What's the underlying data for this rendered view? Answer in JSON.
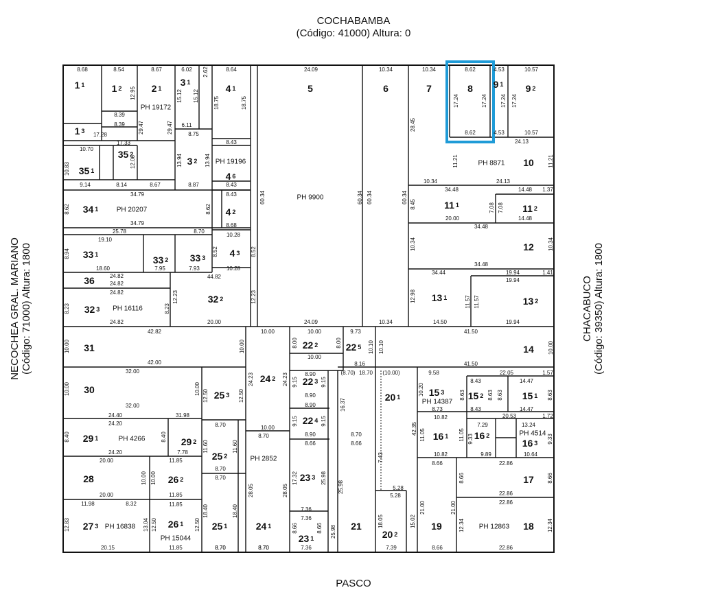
{
  "streets": {
    "top": {
      "name": "COCHABAMBA",
      "code_line": "(Código: 41000) Altura: 0"
    },
    "left": {
      "name": "NECOCHEA GRAL. MARIANO",
      "code_line": "(Código: 71000) Altura: 1800"
    },
    "right": {
      "name": "CHACABUCO",
      "code_line": "(Código: 39350) Altura: 1800"
    },
    "bottom": {
      "name": "PASCO"
    }
  },
  "colors": {
    "line": "#111111",
    "highlight": "#1f9bd7",
    "background": "#ffffff"
  },
  "highlighted_parcel": "8",
  "parcels": [
    {
      "id": "1_1",
      "main": "1",
      "sub": "1"
    },
    {
      "id": "1_2",
      "main": "1",
      "sub": "2"
    },
    {
      "id": "1_3",
      "main": "1",
      "sub": "3"
    },
    {
      "id": "2_1",
      "main": "2",
      "sub": "1"
    },
    {
      "id": "3_1",
      "main": "3",
      "sub": "1"
    },
    {
      "id": "3_2",
      "main": "3",
      "sub": "2"
    },
    {
      "id": "4_1",
      "main": "4",
      "sub": "1"
    },
    {
      "id": "4_6",
      "main": "4",
      "sub": "6"
    },
    {
      "id": "4_2",
      "main": "4",
      "sub": "2"
    },
    {
      "id": "4_3",
      "main": "4",
      "sub": "3"
    },
    {
      "id": "5",
      "main": "5",
      "sub": ""
    },
    {
      "id": "6",
      "main": "6",
      "sub": ""
    },
    {
      "id": "7",
      "main": "7",
      "sub": ""
    },
    {
      "id": "8",
      "main": "8",
      "sub": ""
    },
    {
      "id": "9_1",
      "main": "9",
      "sub": "1"
    },
    {
      "id": "9_2",
      "main": "9",
      "sub": "2"
    },
    {
      "id": "10",
      "main": "10",
      "sub": ""
    },
    {
      "id": "11_1",
      "main": "11",
      "sub": "1"
    },
    {
      "id": "11_2",
      "main": "11",
      "sub": "2"
    },
    {
      "id": "12",
      "main": "12",
      "sub": ""
    },
    {
      "id": "13_1",
      "main": "13",
      "sub": "1"
    },
    {
      "id": "13_2",
      "main": "13",
      "sub": "2"
    },
    {
      "id": "14",
      "main": "14",
      "sub": ""
    },
    {
      "id": "15_3",
      "main": "15",
      "sub": "3"
    },
    {
      "id": "15_2",
      "main": "15",
      "sub": "2"
    },
    {
      "id": "15_1",
      "main": "15",
      "sub": "1"
    },
    {
      "id": "16_1",
      "main": "16",
      "sub": "1"
    },
    {
      "id": "16_2",
      "main": "16",
      "sub": "2"
    },
    {
      "id": "16_3",
      "main": "16",
      "sub": "3"
    },
    {
      "id": "17",
      "main": "17",
      "sub": ""
    },
    {
      "id": "18",
      "main": "18",
      "sub": ""
    },
    {
      "id": "19",
      "main": "19",
      "sub": ""
    },
    {
      "id": "20_1",
      "main": "20",
      "sub": "1"
    },
    {
      "id": "20_2",
      "main": "20",
      "sub": "2"
    },
    {
      "id": "21",
      "main": "21",
      "sub": ""
    },
    {
      "id": "22_2",
      "main": "22",
      "sub": "2"
    },
    {
      "id": "22_5",
      "main": "22",
      "sub": "5"
    },
    {
      "id": "22_3",
      "main": "22",
      "sub": "3"
    },
    {
      "id": "22_4",
      "main": "22",
      "sub": "4"
    },
    {
      "id": "23_3",
      "main": "23",
      "sub": "3"
    },
    {
      "id": "23_1",
      "main": "23",
      "sub": "1"
    },
    {
      "id": "24_2",
      "main": "24",
      "sub": "2"
    },
    {
      "id": "24_1",
      "main": "24",
      "sub": "1"
    },
    {
      "id": "25_3",
      "main": "25",
      "sub": "3"
    },
    {
      "id": "25_2",
      "main": "25",
      "sub": "2"
    },
    {
      "id": "25_1",
      "main": "25",
      "sub": "1"
    },
    {
      "id": "26_2",
      "main": "26",
      "sub": "2"
    },
    {
      "id": "26_1",
      "main": "26",
      "sub": "1"
    },
    {
      "id": "27_3",
      "main": "27",
      "sub": "3"
    },
    {
      "id": "28",
      "main": "28",
      "sub": ""
    },
    {
      "id": "29_1",
      "main": "29",
      "sub": "1"
    },
    {
      "id": "29_2",
      "main": "29",
      "sub": "2"
    },
    {
      "id": "30",
      "main": "30",
      "sub": ""
    },
    {
      "id": "31",
      "main": "31",
      "sub": ""
    },
    {
      "id": "32_3",
      "main": "32",
      "sub": "3"
    },
    {
      "id": "32_2",
      "main": "32",
      "sub": "2"
    },
    {
      "id": "33_1",
      "main": "33",
      "sub": "1"
    },
    {
      "id": "33_2",
      "main": "33",
      "sub": "2"
    },
    {
      "id": "33_3",
      "main": "33",
      "sub": "3"
    },
    {
      "id": "34_1",
      "main": "34",
      "sub": "1"
    },
    {
      "id": "35_1",
      "main": "35",
      "sub": "1"
    },
    {
      "id": "35_2",
      "main": "35",
      "sub": "2"
    },
    {
      "id": "36",
      "main": "36",
      "sub": ""
    }
  ],
  "ph_labels": [
    {
      "id": "ph19172",
      "text": "PH 19172"
    },
    {
      "id": "ph19196",
      "text": "PH 19196"
    },
    {
      "id": "ph9900",
      "text": "PH 9900"
    },
    {
      "id": "ph8871",
      "text": "PH 8871"
    },
    {
      "id": "ph20207",
      "text": "PH 20207"
    },
    {
      "id": "ph16116",
      "text": "PH 16116"
    },
    {
      "id": "ph14387",
      "text": "PH 14387"
    },
    {
      "id": "ph4514",
      "text": "PH 4514"
    },
    {
      "id": "ph4266",
      "text": "PH 4266"
    },
    {
      "id": "ph2852",
      "text": "PH 2852"
    },
    {
      "id": "ph12863",
      "text": "PH 12863"
    },
    {
      "id": "ph16838",
      "text": "PH 16838"
    },
    {
      "id": "ph15044",
      "text": "PH 15044"
    }
  ],
  "dimensions": [
    {
      "id": "d1",
      "text": "8.68"
    },
    {
      "id": "d2",
      "text": "8.54"
    },
    {
      "id": "d3",
      "text": "8.67"
    },
    {
      "id": "d4",
      "text": "6.02"
    },
    {
      "id": "d5",
      "text": "2.62"
    },
    {
      "id": "d6",
      "text": "8.64"
    },
    {
      "id": "d7",
      "text": "24.09"
    },
    {
      "id": "d8",
      "text": "10.34"
    },
    {
      "id": "d9",
      "text": "10.34"
    },
    {
      "id": "d10",
      "text": "8.62"
    },
    {
      "id": "d11",
      "text": "4.53"
    },
    {
      "id": "d12",
      "text": "10.57"
    },
    {
      "id": "d13",
      "text": "8.62"
    },
    {
      "id": "d14",
      "text": "4.53"
    },
    {
      "id": "d15",
      "text": "10.57"
    },
    {
      "id": "d16",
      "text": "24.13"
    },
    {
      "id": "d17",
      "text": "17.24"
    },
    {
      "id": "d18",
      "text": "17.24"
    },
    {
      "id": "d19",
      "text": "17.24"
    },
    {
      "id": "d20",
      "text": "17.24"
    },
    {
      "id": "d21",
      "text": "28.45"
    },
    {
      "id": "d22",
      "text": "11.21"
    },
    {
      "id": "d23",
      "text": "11.21"
    },
    {
      "id": "d24",
      "text": "10.34"
    },
    {
      "id": "d25",
      "text": "24.13"
    },
    {
      "id": "d26",
      "text": "34.48"
    },
    {
      "id": "d27",
      "text": "14.48"
    },
    {
      "id": "d28",
      "text": "1.37"
    },
    {
      "id": "d29",
      "text": "8.45"
    },
    {
      "id": "d30",
      "text": "7.08"
    },
    {
      "id": "d31",
      "text": "7.08"
    },
    {
      "id": "d32",
      "text": "20.00"
    },
    {
      "id": "d33",
      "text": "14.48"
    },
    {
      "id": "d34",
      "text": "34.48"
    },
    {
      "id": "d35",
      "text": "10.34"
    },
    {
      "id": "d36",
      "text": "10.34"
    },
    {
      "id": "d37",
      "text": "34.48"
    },
    {
      "id": "d38",
      "text": "34.44"
    },
    {
      "id": "d39",
      "text": "19.94"
    },
    {
      "id": "d40",
      "text": "1.41"
    },
    {
      "id": "d41",
      "text": "19.94"
    },
    {
      "id": "d42",
      "text": "12.98"
    },
    {
      "id": "d43",
      "text": "11.57"
    },
    {
      "id": "d44",
      "text": "11.57"
    },
    {
      "id": "d45",
      "text": "14.50"
    },
    {
      "id": "d46",
      "text": "19.94"
    },
    {
      "id": "d47",
      "text": "41.50"
    },
    {
      "id": "d48",
      "text": "10.00"
    },
    {
      "id": "d49",
      "text": "41.50"
    },
    {
      "id": "d50",
      "text": "60.34"
    },
    {
      "id": "d51",
      "text": "60.34"
    },
    {
      "id": "d52",
      "text": "60.34"
    },
    {
      "id": "d53",
      "text": "60.34"
    },
    {
      "id": "d54",
      "text": "24.09"
    },
    {
      "id": "d55",
      "text": "10.34"
    },
    {
      "id": "d56",
      "text": "8.75"
    },
    {
      "id": "d57",
      "text": "8.43"
    },
    {
      "id": "d58",
      "text": "8.43"
    },
    {
      "id": "d59",
      "text": "8.43"
    },
    {
      "id": "d60",
      "text": "8.68"
    },
    {
      "id": "d61",
      "text": "10.28"
    },
    {
      "id": "d62",
      "text": "10.28"
    },
    {
      "id": "d63",
      "text": "8.52"
    },
    {
      "id": "d64",
      "text": "8.52"
    },
    {
      "id": "d65",
      "text": "34.79"
    },
    {
      "id": "d66",
      "text": "34.79"
    },
    {
      "id": "d67",
      "text": "8.62"
    },
    {
      "id": "d68",
      "text": "8.62"
    },
    {
      "id": "d69",
      "text": "25.78"
    },
    {
      "id": "d70",
      "text": "19.10"
    },
    {
      "id": "d71",
      "text": "18.60"
    },
    {
      "id": "d72",
      "text": "8.70"
    },
    {
      "id": "d73",
      "text": "7.95"
    },
    {
      "id": "d74",
      "text": "7.93"
    },
    {
      "id": "d75",
      "text": "24.82"
    },
    {
      "id": "d76",
      "text": "24.82"
    },
    {
      "id": "d77",
      "text": "24.82"
    },
    {
      "id": "d78",
      "text": "24.82"
    },
    {
      "id": "d79",
      "text": "44.82"
    },
    {
      "id": "d80",
      "text": "20.00"
    },
    {
      "id": "d81",
      "text": "12.23"
    },
    {
      "id": "d82",
      "text": "12.23"
    },
    {
      "id": "d83",
      "text": "8.23"
    },
    {
      "id": "d84",
      "text": "8.23"
    },
    {
      "id": "d85",
      "text": "8.94"
    },
    {
      "id": "d86",
      "text": "10.70"
    },
    {
      "id": "d87",
      "text": "17.33"
    },
    {
      "id": "d88",
      "text": "9.14"
    },
    {
      "id": "d89",
      "text": "8.14"
    },
    {
      "id": "d90",
      "text": "8.67"
    },
    {
      "id": "d91",
      "text": "8.87"
    },
    {
      "id": "d92",
      "text": "10.83"
    },
    {
      "id": "d93",
      "text": "12.06"
    },
    {
      "id": "d94",
      "text": "13.94"
    },
    {
      "id": "d95",
      "text": "13.94"
    },
    {
      "id": "d96",
      "text": "17.28"
    },
    {
      "id": "d97",
      "text": "8.39"
    },
    {
      "id": "d98",
      "text": "8.39"
    },
    {
      "id": "d99",
      "text": "12.95"
    },
    {
      "id": "d100",
      "text": "29.47"
    },
    {
      "id": "d101",
      "text": "29.47"
    },
    {
      "id": "d102",
      "text": "15.12"
    },
    {
      "id": "d103",
      "text": "15.12"
    },
    {
      "id": "d104",
      "text": "18.75"
    },
    {
      "id": "d105",
      "text": "18.75"
    },
    {
      "id": "d106",
      "text": "6.11"
    },
    {
      "id": "d107",
      "text": "42.82"
    },
    {
      "id": "d108",
      "text": "42.00"
    },
    {
      "id": "d109",
      "text": "10.00"
    },
    {
      "id": "d110",
      "text": "10.00"
    },
    {
      "id": "d111",
      "text": "32.00"
    },
    {
      "id": "d112",
      "text": "32.00"
    },
    {
      "id": "d113",
      "text": "10.00"
    },
    {
      "id": "d114",
      "text": "10.00"
    },
    {
      "id": "d115",
      "text": "24.40"
    },
    {
      "id": "d116",
      "text": "31.98"
    },
    {
      "id": "d117",
      "text": "24.20"
    },
    {
      "id": "d118",
      "text": "24.20"
    },
    {
      "id": "d119",
      "text": "7.78"
    },
    {
      "id": "d120",
      "text": "8.40"
    },
    {
      "id": "d121",
      "text": "8.40"
    },
    {
      "id": "d122",
      "text": "20.00"
    },
    {
      "id": "d123",
      "text": "20.00"
    },
    {
      "id": "d124",
      "text": "11.85"
    },
    {
      "id": "d125",
      "text": "11.85"
    },
    {
      "id": "d126",
      "text": "11.85"
    },
    {
      "id": "d127",
      "text": "11.85"
    },
    {
      "id": "d128",
      "text": "11.98"
    },
    {
      "id": "d129",
      "text": "8.32"
    },
    {
      "id": "d130",
      "text": "20.15"
    },
    {
      "id": "d131",
      "text": "12.83"
    },
    {
      "id": "d132",
      "text": "13.04"
    },
    {
      "id": "d133",
      "text": "12.50"
    },
    {
      "id": "d134",
      "text": "12.50"
    },
    {
      "id": "d135",
      "text": "10.00"
    },
    {
      "id": "d136",
      "text": "10.00"
    },
    {
      "id": "d137",
      "text": "12.50"
    },
    {
      "id": "d138",
      "text": "12.50"
    },
    {
      "id": "d139",
      "text": "8.70"
    },
    {
      "id": "d140",
      "text": "8.70"
    },
    {
      "id": "d141",
      "text": "8.70"
    },
    {
      "id": "d142",
      "text": "8.70"
    },
    {
      "id": "d143",
      "text": "11.60"
    },
    {
      "id": "d144",
      "text": "11.60"
    },
    {
      "id": "d145",
      "text": "18.40"
    },
    {
      "id": "d146",
      "text": "18.40"
    },
    {
      "id": "d147",
      "text": "10.00"
    },
    {
      "id": "d148",
      "text": "10.00"
    },
    {
      "id": "d149",
      "text": "24.23"
    },
    {
      "id": "d150",
      "text": "24.23"
    },
    {
      "id": "d151",
      "text": "8.70"
    },
    {
      "id": "d152",
      "text": "8.70"
    },
    {
      "id": "d153",
      "text": "28.05"
    },
    {
      "id": "d154",
      "text": "28.05"
    },
    {
      "id": "d155",
      "text": "10.00"
    },
    {
      "id": "d156",
      "text": "10.00"
    },
    {
      "id": "d157",
      "text": "9.73"
    },
    {
      "id": "d158",
      "text": "8.16"
    },
    {
      "id": "d159",
      "text": "8.00"
    },
    {
      "id": "d160",
      "text": "8.00"
    },
    {
      "id": "d161",
      "text": "8.90"
    },
    {
      "id": "d162",
      "text": "8.90"
    },
    {
      "id": "d163",
      "text": "8.90"
    },
    {
      "id": "d164",
      "text": "8.90"
    },
    {
      "id": "d165",
      "text": "9.15"
    },
    {
      "id": "d166",
      "text": "9.15"
    },
    {
      "id": "d167",
      "text": "9.15"
    },
    {
      "id": "d168",
      "text": "9.15"
    },
    {
      "id": "d169",
      "text": "8.66"
    },
    {
      "id": "d170",
      "text": "17.32"
    },
    {
      "id": "d171",
      "text": "25.98"
    },
    {
      "id": "d172",
      "text": "7.36"
    },
    {
      "id": "d173",
      "text": "7.36"
    },
    {
      "id": "d174",
      "text": "7.36"
    },
    {
      "id": "d175",
      "text": "8.66"
    },
    {
      "id": "d176",
      "text": "8.66"
    },
    {
      "id": "d177",
      "text": "25.98"
    },
    {
      "id": "d178",
      "text": "25.98"
    },
    {
      "id": "d179",
      "text": "8.70"
    },
    {
      "id": "d180",
      "text": "8.66"
    },
    {
      "id": "d181",
      "text": "16.37"
    },
    {
      "id": "d182",
      "text": "18.70"
    },
    {
      "id": "d183",
      "text": "(8.70)"
    },
    {
      "id": "d184",
      "text": "(10.00)"
    },
    {
      "id": "d185",
      "text": "10.10"
    },
    {
      "id": "d186",
      "text": "10.10"
    },
    {
      "id": "d187",
      "text": "7.39"
    },
    {
      "id": "d188",
      "text": "5.28"
    },
    {
      "id": "d189",
      "text": "5.28"
    },
    {
      "id": "d190",
      "text": "18.05"
    },
    {
      "id": "d191",
      "text": "15.02"
    },
    {
      "id": "d192",
      "text": "7.43"
    },
    {
      "id": "d193",
      "text": "42.35"
    },
    {
      "id": "d194",
      "text": "9.58"
    },
    {
      "id": "d195",
      "text": "8.73"
    },
    {
      "id": "d196",
      "text": "10.20"
    },
    {
      "id": "d197",
      "text": "8.43"
    },
    {
      "id": "d198",
      "text": "8.43"
    },
    {
      "id": "d199",
      "text": "8.63"
    },
    {
      "id": "d200",
      "text": "8.63"
    },
    {
      "id": "d201",
      "text": "22.05"
    },
    {
      "id": "d202",
      "text": "14.47"
    },
    {
      "id": "d203",
      "text": "14.47"
    },
    {
      "id": "d204",
      "text": "1.57"
    },
    {
      "id": "d205",
      "text": "8.63"
    },
    {
      "id": "d206",
      "text": "8.63"
    },
    {
      "id": "d207",
      "text": "10.82"
    },
    {
      "id": "d208",
      "text": "10.82"
    },
    {
      "id": "d209",
      "text": "11.05"
    },
    {
      "id": "d210",
      "text": "11.05"
    },
    {
      "id": "d211",
      "text": "20.53"
    },
    {
      "id": "d212",
      "text": "1.72"
    },
    {
      "id": "d213",
      "text": "7.29"
    },
    {
      "id": "d214",
      "text": "13.24"
    },
    {
      "id": "d215",
      "text": "9.33"
    },
    {
      "id": "d216",
      "text": "9.33"
    },
    {
      "id": "d217",
      "text": "9.89"
    },
    {
      "id": "d218",
      "text": "10.64"
    },
    {
      "id": "d219",
      "text": "8.66"
    },
    {
      "id": "d220",
      "text": "22.86"
    },
    {
      "id": "d221",
      "text": "22.86"
    },
    {
      "id": "d222",
      "text": "22.86"
    },
    {
      "id": "d223",
      "text": "22.86"
    },
    {
      "id": "d224",
      "text": "8.66"
    },
    {
      "id": "d225",
      "text": "8.66"
    },
    {
      "id": "d226",
      "text": "12.34"
    },
    {
      "id": "d227",
      "text": "12.34"
    },
    {
      "id": "d228",
      "text": "21.00"
    },
    {
      "id": "d229",
      "text": "21.00"
    },
    {
      "id": "d230",
      "text": "8.66"
    },
    {
      "id": "d231",
      "text": "8.70"
    },
    {
      "id": "d232",
      "text": "8.70"
    }
  ]
}
